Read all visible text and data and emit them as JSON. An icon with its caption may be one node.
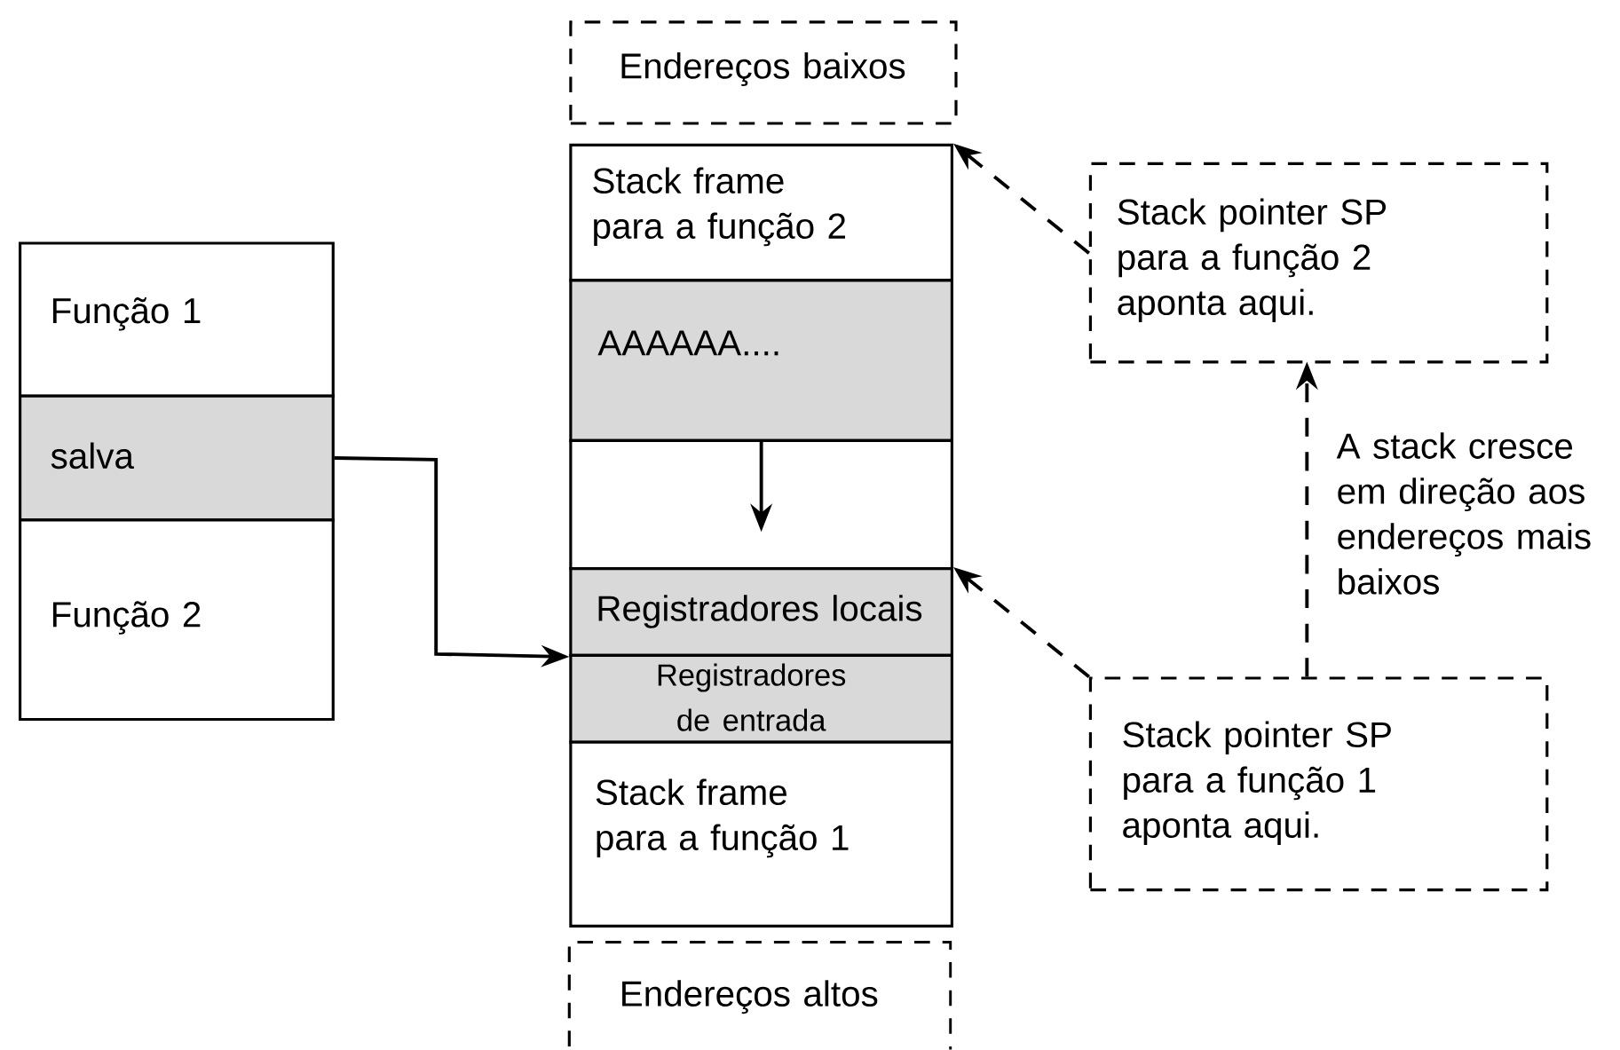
{
  "diagram": {
    "nodes": [
      {
        "text": [
          "Endereços baixos"
        ]
      },
      {
        "text": [
          "Stack frame para a função 2"
        ]
      },
      {
        "text": [
          "AAAAAA...."
        ]
      },
      {
        "text": [],
        "shape": "box"
      },
      {
        "text": [
          "Registradores locais"
        ]
      },
      {
        "text": [
          "Registradores de entrada"
        ]
      },
      {
        "text": [
          "Stack frame para a função 1"
        ]
      },
      {
        "text": [
          "Endereços altos"
        ]
      },
      {
        "text": [
          "Função 1"
        ]
      },
      {
        "text": [
          "salva"
        ]
      },
      {
        "text": [
          "Função 2"
        ]
      },
      {
        "text": [
          "Stack pointer SP para a função 2 aponta aqui."
        ]
      },
      {
        "text": [
          "Stack pointer SP para a função 1 aponta aqui."
        ]
      }
    ],
    "edges": [
      {
        "from": 9,
        "to": 4,
        "arrow": "to"
      },
      {
        "from": 2,
        "to": 3,
        "arrow": "to"
      },
      {
        "from": 11,
        "to": 1,
        "arrow": "to",
        "style": "dashed"
      },
      {
        "from": 12,
        "to": 4,
        "arrow": "to",
        "style": "dashed"
      },
      {
        "from": 12,
        "to": 11,
        "arrow": "to",
        "style": "dashed",
        "label": "A stack cresce em direção aos endereços mais baixos"
      }
    ]
  }
}
